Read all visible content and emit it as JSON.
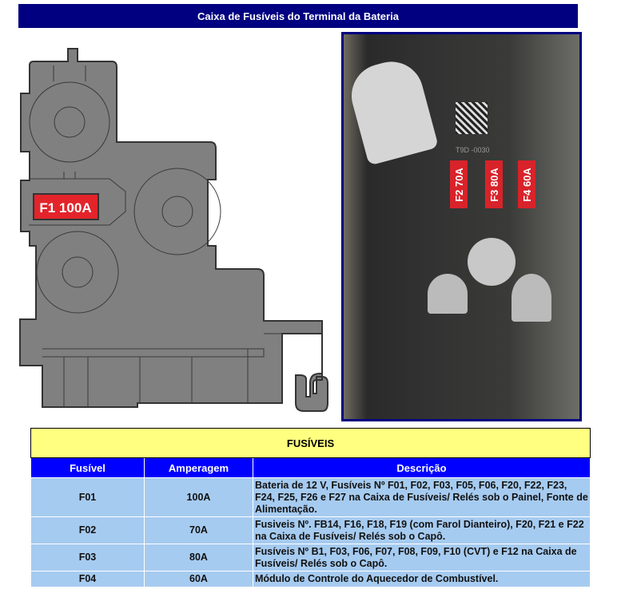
{
  "title": "Caixa de Fusíveis do Terminal da Bateria",
  "diagram": {
    "label": "F1 100A"
  },
  "photo": {
    "fuses": [
      "F2 70A",
      "F3 80A",
      "F4 60A"
    ],
    "marking": "T9D -0030"
  },
  "table": {
    "caption": "FUSÍVEIS",
    "headers": [
      "Fusível",
      "Amperagem",
      "Descrição"
    ],
    "rows": [
      {
        "fuse": "F01",
        "amp": "100A",
        "desc": "Bateria de 12 V, Fusíveis Nº F01, F02, F03, F05, F06, F20, F22, F23, F24, F25, F26 e F27 na Caixa de Fusíveis/ Relés sob o Painel, Fonte de Alimentação."
      },
      {
        "fuse": "F02",
        "amp": "70A",
        "desc": "Fusiveis Nº. FB14, F16, F18, F19 (com Farol Dianteiro), F20, F21 e F22 na Caixa de Fusíveis/ Relés sob o Capô."
      },
      {
        "fuse": "F03",
        "amp": "80A",
        "desc": "Fusíveis Nº B1, F03, F06, F07, F08, F09, F10 (CVT) e F12 na Caixa de Fusíveis/ Relés sob o Capô."
      },
      {
        "fuse": "F04",
        "amp": "60A",
        "desc": "Módulo de Controle do Aquecedor de Combustível."
      }
    ]
  }
}
